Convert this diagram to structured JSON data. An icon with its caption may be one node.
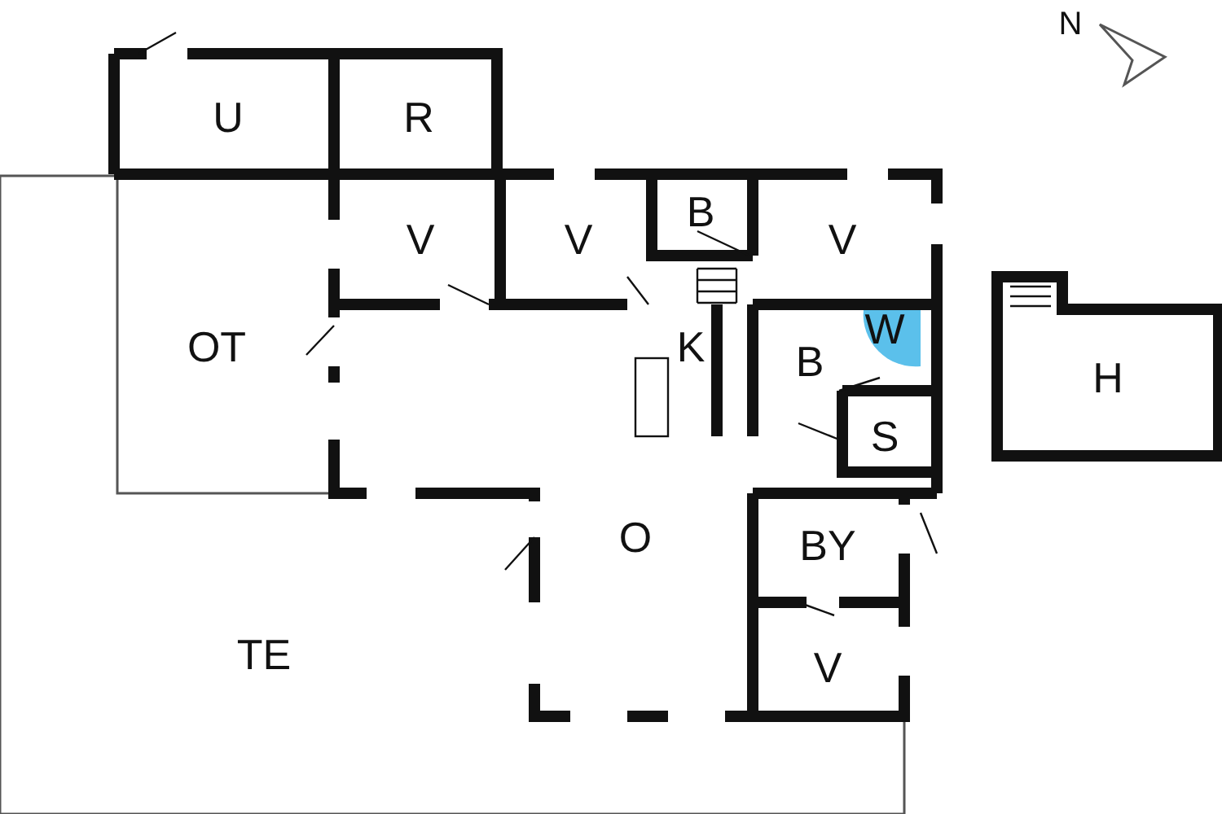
{
  "diagram": {
    "labels": [
      "N",
      "U",
      "R",
      "B",
      "V",
      "V",
      "V",
      "W",
      "OT",
      "K",
      "B",
      "H",
      "S",
      "O",
      "BY",
      "TE",
      "V"
    ]
  }
}
